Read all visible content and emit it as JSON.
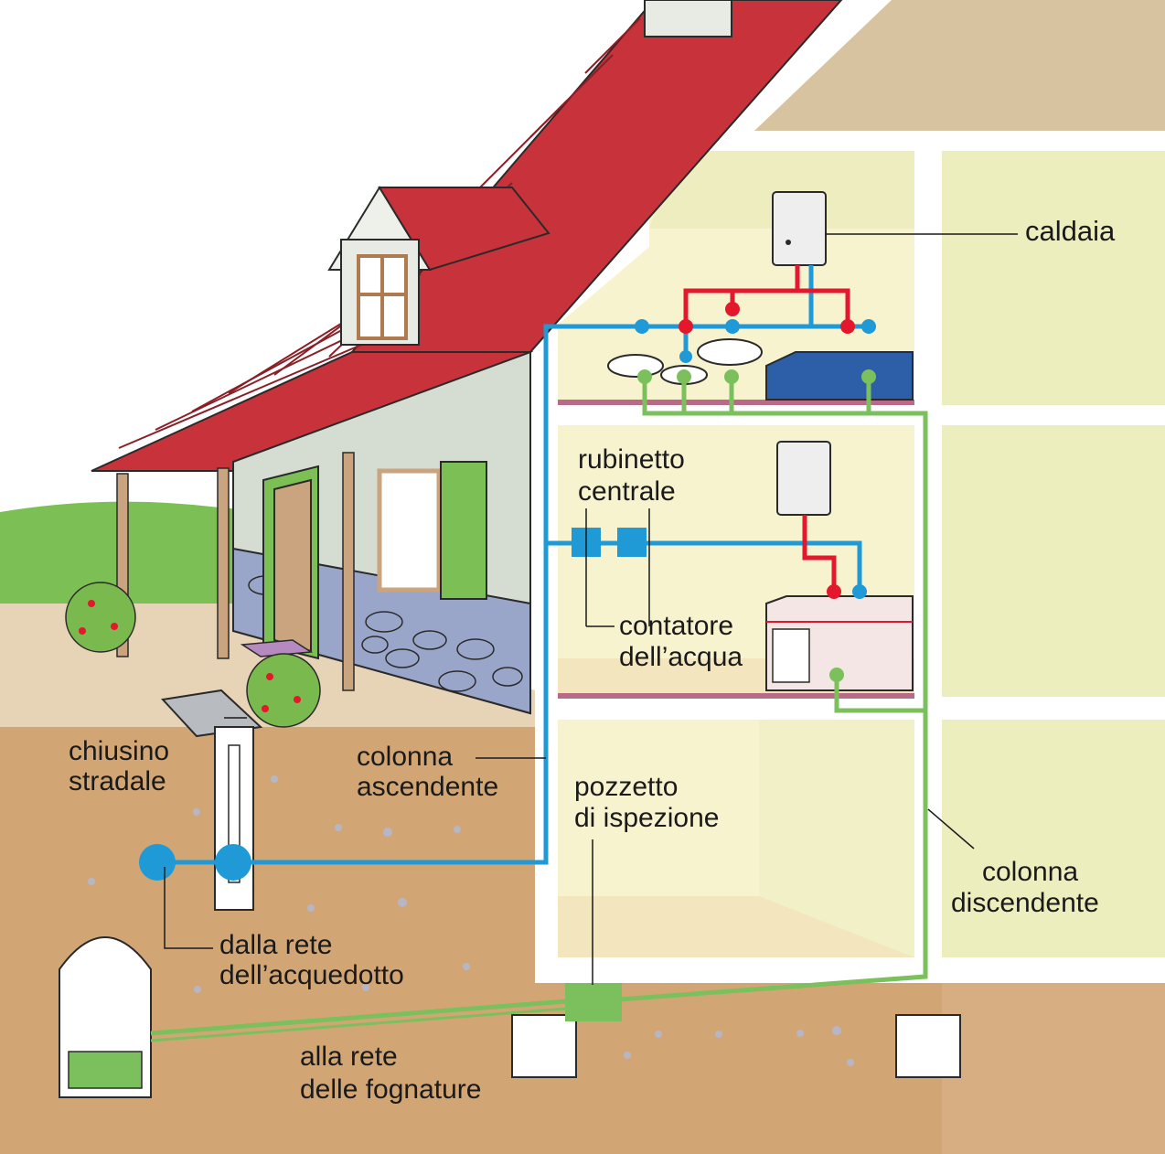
{
  "labels": {
    "caldaia": "caldaia",
    "rubinetto_1": "rubinetto",
    "rubinetto_2": "centrale",
    "contatore_1": "contatore",
    "contatore_2": "dell’acqua",
    "chiusino_1": "chiusino",
    "chiusino_2": "stradale",
    "colonna_asc_1": "colonna",
    "colonna_asc_2": "ascendente",
    "pozzetto_1": "pozzetto",
    "pozzetto_2": "di ispezione",
    "colonna_disc_1": "colonna",
    "colonna_disc_2": "discendente",
    "acquedotto_1": "dalla rete",
    "acquedotto_2": "dell’acquedotto",
    "fognature_1": "alla rete",
    "fognature_2": "delle fognature"
  },
  "colors": {
    "cold_water": "#1f9ad6",
    "hot_water": "#e3182d",
    "waste_water": "#7cc05d",
    "roof": "#c8323a",
    "wall": "#f7f3cf",
    "ground": "#d6ae82",
    "stone": "#9aa6c9",
    "grass": "#79b94e"
  }
}
